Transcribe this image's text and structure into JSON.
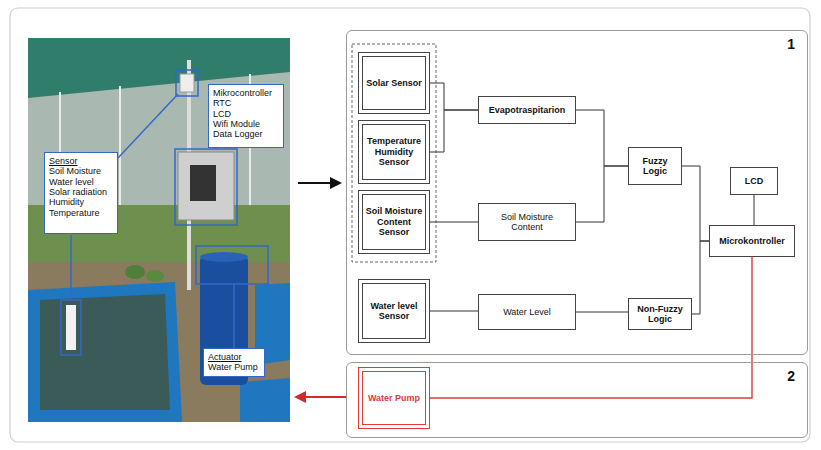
{
  "diagram": {
    "nodes": [
      {
        "text": [
          "Mikrocontroller",
          "RTC",
          "LCD",
          "Wifi Module",
          "Data Logger"
        ]
      },
      {
        "text": [
          "Sensor",
          "Soil Moisture",
          "Water level",
          "Solar radiation",
          "Humidity",
          "Temperature"
        ]
      },
      {
        "text": [
          "Actuator",
          "Water Pump"
        ]
      },
      {
        "text": [
          "1"
        ]
      },
      {
        "text": [
          "Solar Sensor"
        ],
        "in": 3
      },
      {
        "text": [
          "Temperature Humidity Sensor"
        ],
        "in": 3
      },
      {
        "text": [
          "Soil Moisture Content Sensor"
        ],
        "in": 3
      },
      {
        "text": [
          "Evapotraspitarion"
        ],
        "in": 3
      },
      {
        "text": [
          "Soil Moisture Content"
        ],
        "in": 3
      },
      {
        "text": [
          "Fuzzy Logic"
        ],
        "in": 3
      },
      {
        "text": [
          "LCD"
        ],
        "in": 3
      },
      {
        "text": [
          "Microkontroller"
        ],
        "in": 3
      },
      {
        "text": [
          "Water level Sensor"
        ],
        "in": 3
      },
      {
        "text": [
          "Water Level"
        ],
        "in": 3
      },
      {
        "text": [
          "Non-Fuzzy Logic"
        ],
        "in": 3
      },
      {
        "text": [
          "2"
        ]
      },
      {
        "text": [
          "Water Pump"
        ],
        "in": 15
      }
    ],
    "edges": [
      {
        "from": 4,
        "to": 7,
        "arrow": "none"
      },
      {
        "from": 5,
        "to": 7,
        "arrow": "none"
      },
      {
        "from": 6,
        "to": 8,
        "arrow": "none"
      },
      {
        "from": 7,
        "to": 9,
        "arrow": "none"
      },
      {
        "from": 8,
        "to": 9,
        "arrow": "none"
      },
      {
        "from": 12,
        "to": 13,
        "arrow": "none"
      },
      {
        "from": 13,
        "to": 14,
        "arrow": "none"
      },
      {
        "from": 9,
        "to": 11,
        "arrow": "none"
      },
      {
        "from": 14,
        "to": 11,
        "arrow": "none"
      },
      {
        "from": 10,
        "to": 11,
        "arrow": "none"
      },
      {
        "from": 11,
        "to": 16,
        "arrow": "none"
      }
    ]
  }
}
